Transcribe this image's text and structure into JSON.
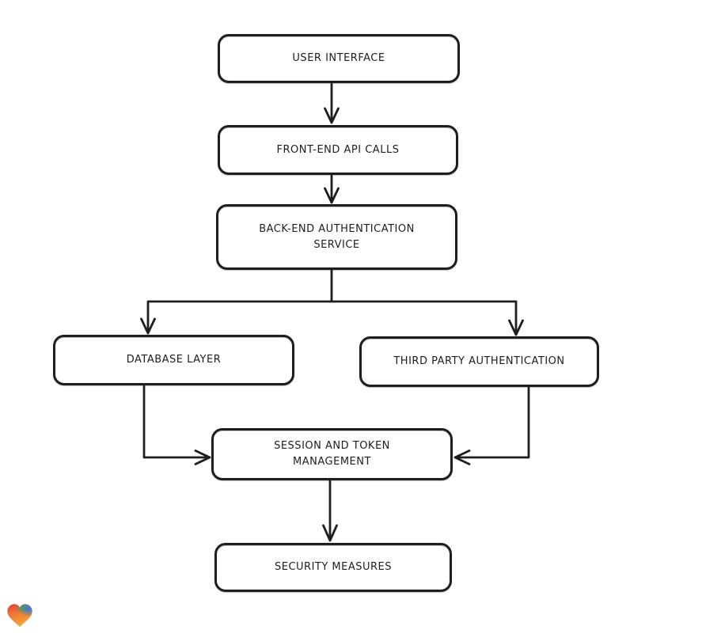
{
  "canvas": {
    "background": "#ffffff",
    "stroke_color": "#1e1e1e",
    "node_fill": "#ffffff",
    "text_color": "#1e1e1e"
  },
  "diagram": {
    "type": "flowchart",
    "nodes": {
      "user_interface": {
        "lines": [
          "USER INTERFACE"
        ]
      },
      "frontend_api": {
        "lines": [
          "FRONT-END API CALLS"
        ]
      },
      "backend_auth": {
        "lines": [
          "BACK-END AUTHENTICATION",
          "SERVICE"
        ]
      },
      "database": {
        "lines": [
          "DATABASE LAYER"
        ]
      },
      "third_party": {
        "lines": [
          "THIRD PARTY AUTHENTICATION"
        ]
      },
      "session_token": {
        "lines": [
          "SESSION AND TOKEN",
          "MANAGEMENT"
        ]
      },
      "security": {
        "lines": [
          "SECURITY MEASURES"
        ]
      }
    },
    "edges": [
      {
        "from": "user_interface",
        "to": "frontend_api"
      },
      {
        "from": "frontend_api",
        "to": "backend_auth"
      },
      {
        "from": "backend_auth",
        "to": "database"
      },
      {
        "from": "backend_auth",
        "to": "third_party"
      },
      {
        "from": "database",
        "to": "session_token"
      },
      {
        "from": "third_party",
        "to": "session_token"
      },
      {
        "from": "session_token",
        "to": "security"
      }
    ]
  },
  "footer": {
    "logo_icon": "gradient-heart-icon",
    "logo_colors": [
      "#ea3c3c",
      "#f7a43c",
      "#3da45e",
      "#2b7de1"
    ]
  }
}
